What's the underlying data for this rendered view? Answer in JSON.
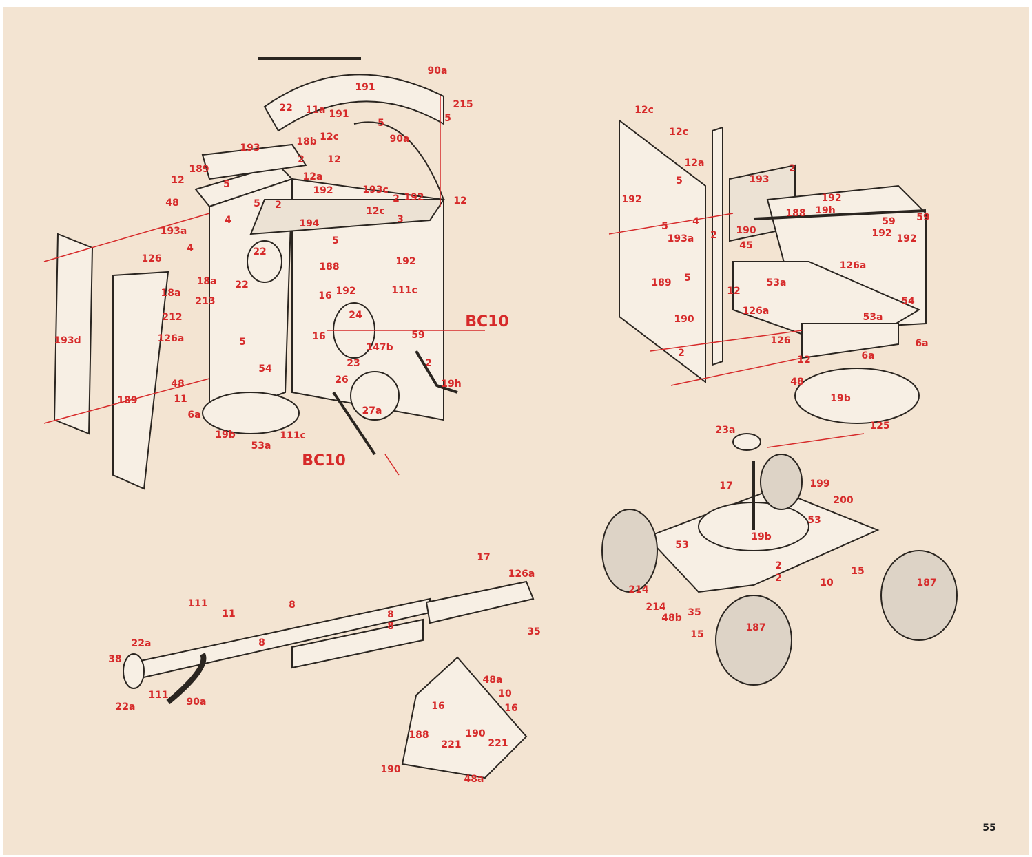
{
  "page_number": "55",
  "colors": {
    "paper": "#f3e4d2",
    "label_red": "#d62a2a",
    "ink": "#2a2520"
  },
  "labels": [
    "90a",
    "191",
    "22",
    "11a",
    "191",
    "215",
    "5",
    "5",
    "18b",
    "12c",
    "90a",
    "193",
    "2",
    "12",
    "189",
    "12a",
    "12",
    "5",
    "192",
    "193c",
    "2",
    "192",
    "12",
    "48",
    "5",
    "2",
    "12c",
    "3",
    "193a",
    "4",
    "194",
    "5",
    "126",
    "4",
    "22",
    "192",
    "188",
    "18a",
    "22",
    "18a",
    "213",
    "192",
    "16",
    "111c",
    "212",
    "24",
    "BC10",
    "126a",
    "5",
    "16",
    "59",
    "147b",
    "23",
    "2",
    "54",
    "26",
    "48",
    "11",
    "19h",
    "27a",
    "6a",
    "189",
    "193d",
    "19b",
    "53a",
    "111c",
    "BC10",
    "12c",
    "12c",
    "12a",
    "2",
    "193",
    "192",
    "5",
    "192",
    "188",
    "19h",
    "59",
    "59",
    "5",
    "4",
    "190",
    "2",
    "193a",
    "192",
    "192",
    "45",
    "126a",
    "189",
    "5",
    "53a",
    "12",
    "126a",
    "54",
    "53a",
    "190",
    "126",
    "6a",
    "2",
    "12",
    "6a",
    "48",
    "19b",
    "125",
    "23a",
    "17",
    "199",
    "200",
    "53",
    "19b",
    "53",
    "2",
    "2",
    "15",
    "10",
    "187",
    "214",
    "214",
    "48b",
    "35",
    "15",
    "187",
    "17",
    "126a",
    "111",
    "11",
    "8",
    "8",
    "8",
    "8",
    "35",
    "22a",
    "38",
    "111",
    "22a",
    "90a",
    "48a",
    "10",
    "16",
    "16",
    "188",
    "190",
    "221",
    "221",
    "190",
    "48a"
  ]
}
